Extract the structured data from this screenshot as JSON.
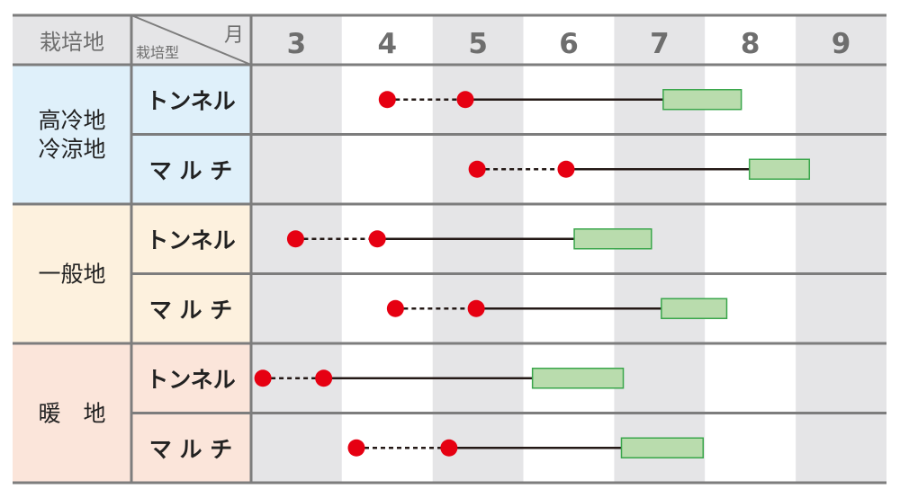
{
  "chart_data": {
    "type": "gantt",
    "title": "",
    "header": {
      "region_label": "栽培地",
      "type_label": "栽培型",
      "month_label": "月"
    },
    "months": [
      3,
      4,
      5,
      6,
      7,
      8,
      9
    ],
    "regions": [
      {
        "name": "高冷地\n冷涼地",
        "lines": [
          "高冷地",
          "冷涼地"
        ],
        "color": "#dff0fa"
      },
      {
        "name": "一般地",
        "lines": [
          "一般地"
        ],
        "color": "#fdf1de"
      },
      {
        "name": "暖地",
        "lines": [
          "暖　地"
        ],
        "color": "#fbe5da"
      }
    ],
    "rows": [
      {
        "region": 0,
        "type": "トンネル",
        "sow_start": 4.5,
        "sow_end": 5.36,
        "harvest": [
          7.54,
          8.4
        ]
      },
      {
        "region": 0,
        "type": "マ ル チ",
        "sow_start": 5.49,
        "sow_end": 6.47,
        "harvest": [
          8.49,
          9.15
        ]
      },
      {
        "region": 1,
        "type": "トンネル",
        "sow_start": 3.49,
        "sow_end": 4.39,
        "harvest": [
          6.56,
          7.41
        ]
      },
      {
        "region": 1,
        "type": "マ ル チ",
        "sow_start": 4.59,
        "sow_end": 5.48,
        "harvest": [
          7.52,
          8.24
        ]
      },
      {
        "region": 2,
        "type": "トンネル",
        "sow_start": 3.13,
        "sow_end": 3.8,
        "harvest": [
          6.1,
          7.1
        ]
      },
      {
        "region": 2,
        "type": "マ ル チ",
        "sow_start": 4.16,
        "sow_end": 5.18,
        "harvest": [
          7.08,
          7.98
        ]
      }
    ],
    "colors": {
      "dot": "#e60012",
      "line": "#231815",
      "harvest_fill": "#b9dcad",
      "harvest_stroke": "#3aa64b",
      "stripe": "#e5e5e7",
      "grid": "#7d7d7d",
      "header_text": "#6e6e6e"
    }
  }
}
